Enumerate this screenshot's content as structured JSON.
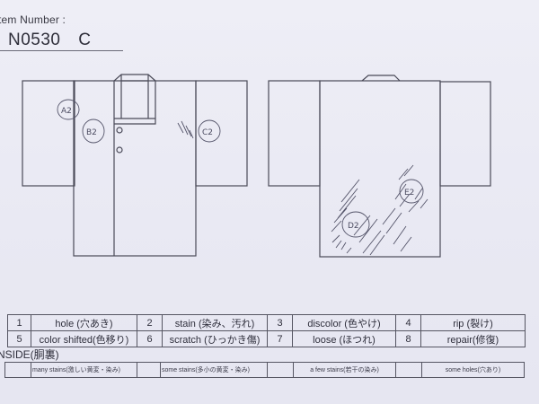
{
  "header": {
    "item_number_label": "tem Number :",
    "item_number_value": "N0530  C"
  },
  "diagram": {
    "front_marks": [
      "A2",
      "B2",
      "C2"
    ],
    "back_marks": [
      "D2",
      "E2"
    ]
  },
  "legend": {
    "rows": [
      [
        {
          "num": "1",
          "label": "hole (穴あき)"
        },
        {
          "num": "2",
          "label": "stain (染み、汚れ)"
        },
        {
          "num": "3",
          "label": "discolor (色やけ)"
        },
        {
          "num": "4",
          "label": "rip (裂け)"
        }
      ],
      [
        {
          "num": "5",
          "label": "color shifted(色移り)"
        },
        {
          "num": "6",
          "label": "scratch (ひっかき傷)"
        },
        {
          "num": "7",
          "label": "loose (ほつれ)"
        },
        {
          "num": "8",
          "label": "repair(修復)"
        }
      ]
    ]
  },
  "inside": {
    "title": "NSIDE(胴裏)",
    "items": [
      {
        "mark": "",
        "label": "many stains(激しい黄変・染み)"
      },
      {
        "mark": "",
        "label": "some stains(多小の黄変・染み)"
      },
      {
        "mark": "",
        "label": "a few stains(若干の染み)"
      },
      {
        "mark": "",
        "label": "some holes(穴あり)"
      }
    ]
  }
}
